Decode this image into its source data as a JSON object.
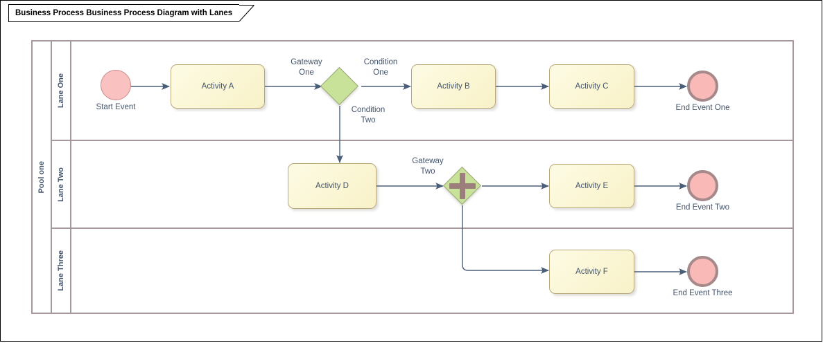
{
  "window": {
    "title": "Business Process Business Process Diagram with Lanes"
  },
  "pool": {
    "name": "Pool one",
    "lanes": [
      {
        "name": "Lane One"
      },
      {
        "name": "Lane Two"
      },
      {
        "name": "Lane Three"
      }
    ]
  },
  "nodes": {
    "start_event": {
      "label": "Start Event",
      "type": "start-event"
    },
    "activity_a": {
      "label": "Activity A",
      "type": "task"
    },
    "gateway_one": {
      "label": "Gateway\nOne",
      "line1": "Gateway",
      "line2": "One",
      "type": "exclusive-gateway"
    },
    "activity_b": {
      "label": "Activity B",
      "type": "task"
    },
    "activity_c": {
      "label": "Activity C",
      "type": "task"
    },
    "end_event_one": {
      "label": "End Event One",
      "type": "end-event"
    },
    "activity_d": {
      "label": "Activity D",
      "type": "task"
    },
    "gateway_two": {
      "line1": "Gateway",
      "line2": "Two",
      "type": "parallel-gateway"
    },
    "activity_e": {
      "label": "Activity E",
      "type": "task"
    },
    "end_event_two": {
      "label": "End Event Two",
      "type": "end-event"
    },
    "activity_f": {
      "label": "Activity F",
      "type": "task"
    },
    "end_event_three": {
      "label": "End Event Three",
      "type": "end-event"
    }
  },
  "flow_labels": {
    "condition_one_l1": "Condition",
    "condition_one_l2": "One",
    "condition_two_l1": "Condition",
    "condition_two_l2": "Two"
  },
  "colors": {
    "event_fill": "#f9c2c0",
    "event_start_border": "#c98a8a",
    "event_end_border": "#a6898a",
    "task_fill": "#fbf8dc",
    "task_border": "#b8a878",
    "gateway_fill": "#c8e29a",
    "gateway_border": "#9aa87a",
    "gateway_marker": "#9c7f7c",
    "pool_border": "#a6989a",
    "connector": "#4a5e7a",
    "text": "#44546a",
    "title_text": "#000000"
  }
}
